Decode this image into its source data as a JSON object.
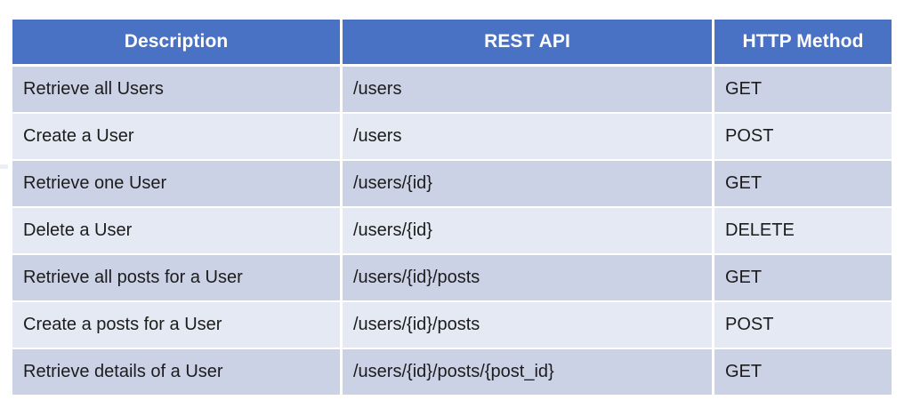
{
  "table": {
    "columns": [
      "Description",
      "REST API",
      "HTTP Method"
    ],
    "rows": [
      {
        "description": "Retrieve all Users",
        "rest_api": "/users",
        "http_method": "GET"
      },
      {
        "description": "Create a User",
        "rest_api": "/users",
        "http_method": "POST"
      },
      {
        "description": "Retrieve one User",
        "rest_api": "/users/{id}",
        "http_method": "GET"
      },
      {
        "description": "Delete a User",
        "rest_api": "/users/{id}",
        "http_method": "DELETE"
      },
      {
        "description": "Retrieve all posts for a User",
        "rest_api": "/users/{id}/posts",
        "http_method": "GET"
      },
      {
        "description": "Create a posts for a User",
        "rest_api": "/users/{id}/posts",
        "http_method": "POST"
      },
      {
        "description": "Retrieve details of a User",
        "rest_api": "/users/{id}/posts/{post_id}",
        "http_method": "GET"
      }
    ]
  },
  "colors": {
    "header_background": "#4a72c4",
    "header_text": "#ffffff",
    "row_band_dark": "#ccd2e5",
    "row_band_light": "#e5e9f3",
    "body_text": "#1c1c1c",
    "page_background": "#ffffff"
  }
}
